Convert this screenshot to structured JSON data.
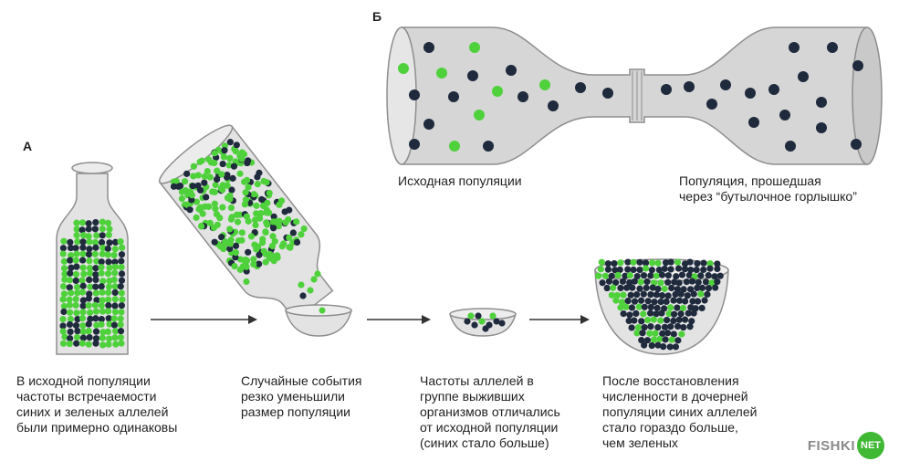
{
  "labels": {
    "a": "А",
    "b": "Б"
  },
  "panel_b": {
    "left_caption": "Исходная популяции",
    "right_caption": "Популяция, прошедшая\nчерез “бутылочное горлышко”"
  },
  "panel_a": {
    "captions": [
      "В исходной популяции\nчастоты встречаемости\nсиних и зеленых аллелей\nбыли примерно одинаковы",
      "Случайные события\nрезко уменьшили\nразмер популяции",
      "Частоты аллелей в\nгруппе выживших\nорганизмов отличались\nот исходной популяции\n(синих стало больше)",
      "После восстановления\nчисленности в дочерней\nпопуляции синих аллелей\nстало гораздо больше,\nчем зеленых"
    ]
  },
  "logo": {
    "text": "FISHKI",
    "badge": "NET"
  },
  "colors": {
    "green": "#4fd13c",
    "blue": "#1f2a3d",
    "glass": "#d9d9d9",
    "glass_stroke": "#9a9a9a",
    "arrow": "#333333"
  }
}
